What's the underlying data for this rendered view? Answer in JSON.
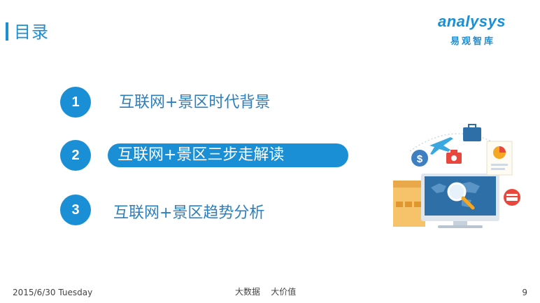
{
  "header": {
    "title": "目录"
  },
  "logo": {
    "brand_en": "analysys",
    "brand_cn": "易观智库"
  },
  "agenda": [
    {
      "number": "1",
      "label": "互联网+景区时代背景",
      "active": false
    },
    {
      "number": "2",
      "label": "互联网+景区三步走解读",
      "active": true
    },
    {
      "number": "3",
      "label": "互联网+景区趋势分析",
      "active": false
    }
  ],
  "footer": {
    "date": "2015/6/30 Tuesday",
    "tagline": "大数据    大价值",
    "page": "9"
  },
  "colors": {
    "accent": "#1a8fd6"
  },
  "icons": [
    "airplane-icon",
    "briefcase-icon",
    "dollar-icon",
    "camera-icon",
    "pie-chart-icon",
    "credit-card-icon",
    "monitor-map-icon",
    "magnifier-icon",
    "folder-icon"
  ]
}
